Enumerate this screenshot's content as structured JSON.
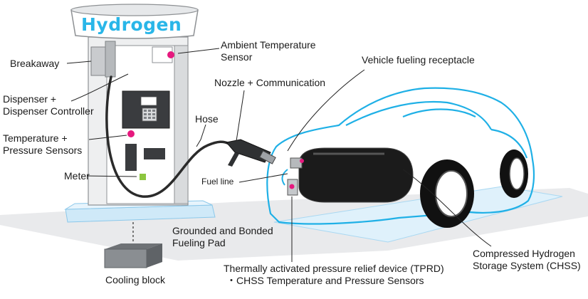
{
  "sign": {
    "brand": "Hydrogen"
  },
  "labels": {
    "breakaway": "Breakaway",
    "ambient_sensor_line1": "Ambient Temperature",
    "ambient_sensor_line2": "Sensor",
    "dispenser_line1": "Dispenser +",
    "dispenser_line2": "Dispenser Controller",
    "temp_pressure_line1": "Temperature +",
    "temp_pressure_line2": "Pressure Sensors",
    "meter": "Meter",
    "nozzle": "Nozzle + Communication",
    "hose": "Hose",
    "vehicle_receptacle": "Vehicle fueling receptacle",
    "fuel_line": "Fuel line",
    "fueling_pad_line1": "Grounded and Bonded",
    "fueling_pad_line2": "Fueling Pad",
    "cooling_block": "Cooling block",
    "tprd_line1": "Thermally activated pressure relief device (TPRD)",
    "tprd_line2": "・CHSS Temperature and Pressure Sensors",
    "chss_line1": "Compressed Hydrogen",
    "chss_line2": "Storage System (CHSS)"
  },
  "colors": {
    "brand_blue": "#29b6e8",
    "car_outline": "#1fb0e6",
    "pad_blue": "#dff1fb",
    "ground_gray": "#e9eaec",
    "sensor_pink": "#e6197e",
    "meter_green": "#8cc63f",
    "dispenser_gray": "#d9dbdd"
  }
}
